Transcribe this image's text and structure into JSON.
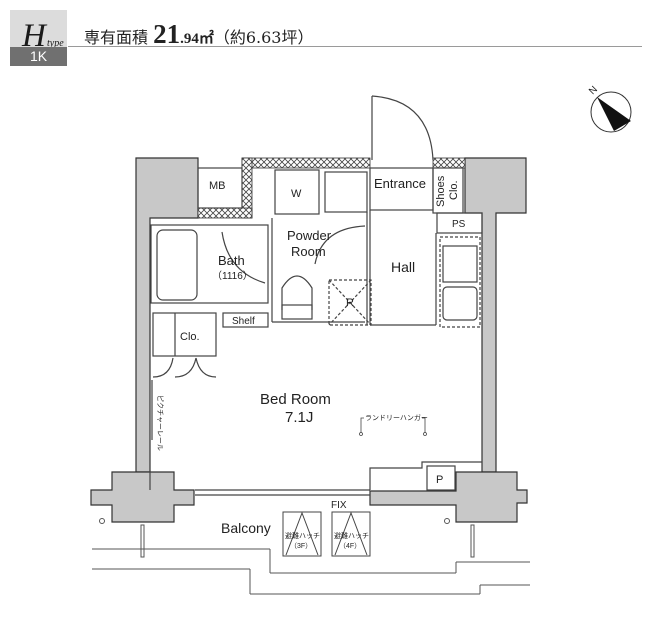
{
  "header": {
    "type_letter": "H",
    "type_word": "type",
    "layout": "1K",
    "area_label": "専有面積 ",
    "area_int": "21",
    "area_dec": ".94㎡",
    "area_tsubo": "（約6.63坪）"
  },
  "compass": {
    "label": "N"
  },
  "rooms": {
    "mb": "MB",
    "w": "W",
    "entrance": "Entrance",
    "shoes_1": "Shoes",
    "shoes_2": "Clo.",
    "bath": "Bath",
    "bath_size": "（1116）",
    "powder_1": "Powder",
    "powder_2": "Room",
    "ps": "PS",
    "hall": "Hall",
    "r": "R",
    "shelf": "Shelf",
    "clo": "Clo.",
    "bedroom": "Bed Room",
    "bedroom_size": "7.1J",
    "picture_rail": "ピクチャーレール",
    "laundry_hanger": "ランドリーハンガー",
    "p": "P",
    "fix": "FIX",
    "balcony": "Balcony",
    "hatch_3f_1": "避難ハッチ",
    "hatch_3f_2": "（3F）",
    "hatch_4f_1": "避難ハッチ",
    "hatch_4f_2": "（4F）"
  },
  "colors": {
    "wall_fill": "#c8c8c8",
    "line": "#333333",
    "badge_light": "#dcdcdc",
    "badge_dark": "#707070"
  }
}
